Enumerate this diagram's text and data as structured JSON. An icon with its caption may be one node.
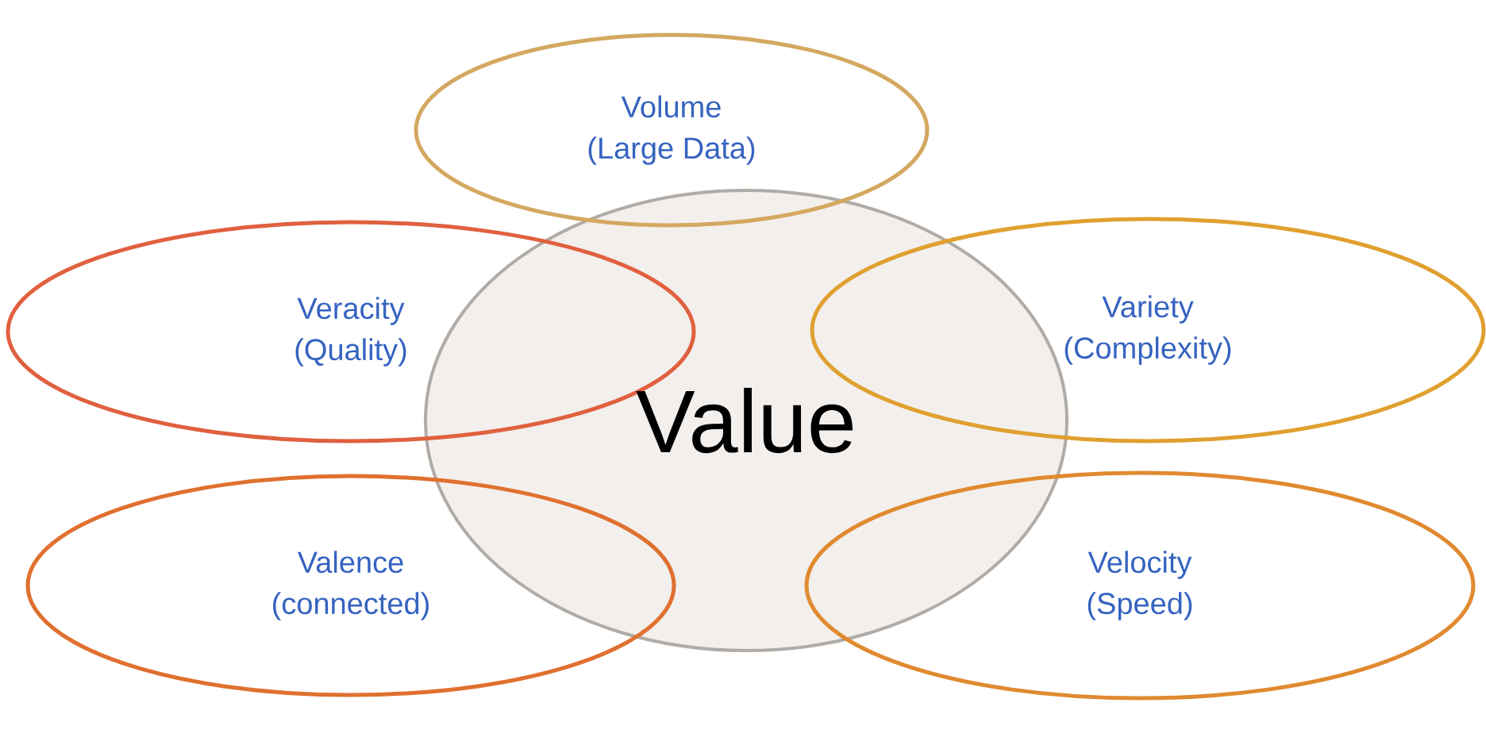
{
  "diagram": {
    "nodes": [
      {
        "text": [
          "Value"
        ]
      },
      {
        "text": [
          "Volume",
          "(Large Data)"
        ]
      },
      {
        "text": [
          "Veracity",
          "(Quality)"
        ]
      },
      {
        "text": [
          "Variety",
          "(Complexity)"
        ]
      },
      {
        "text": [
          "Valence",
          "(connected)"
        ]
      },
      {
        "text": [
          "Velocity",
          "(Speed)"
        ]
      }
    ]
  }
}
